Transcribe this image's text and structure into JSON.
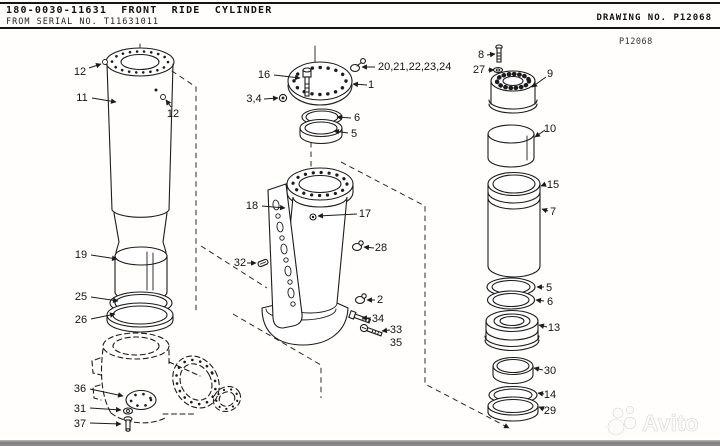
{
  "header": {
    "title": "180-0030-11631 FRONT RIDE CYLINDER",
    "serial_line": "FROM SERIAL NO. T11631011",
    "drawing_no_label": "DRAWING NO. P12068",
    "drawing_code": "P12068"
  },
  "watermark": {
    "brand": "Avito"
  },
  "colors": {
    "line": "#1c1c1c",
    "background": "#fffefd",
    "footer_bar": "#8d8d8d"
  },
  "diagram": {
    "callouts": [
      {
        "id": "bolt-12-upper-left",
        "label": "12"
      },
      {
        "id": "rod-11",
        "label": "11"
      },
      {
        "id": "bolt-12-right",
        "label": "12"
      },
      {
        "id": "sleeve-19",
        "label": "19"
      },
      {
        "id": "ring-25",
        "label": "25"
      },
      {
        "id": "ring-26",
        "label": "26"
      },
      {
        "id": "plate-36",
        "label": "36"
      },
      {
        "id": "washer-31",
        "label": "31"
      },
      {
        "id": "bolt-37",
        "label": "37"
      },
      {
        "id": "bolt-16",
        "label": "16"
      },
      {
        "id": "fitting-group",
        "label": "20,21,22,23,24"
      },
      {
        "id": "cap-1",
        "label": "1"
      },
      {
        "id": "plug-3-4",
        "label": "3,4"
      },
      {
        "id": "ring-6-mid",
        "label": "6"
      },
      {
        "id": "ring-5-mid",
        "label": "5"
      },
      {
        "id": "body-18",
        "label": "18"
      },
      {
        "id": "plug-17",
        "label": "17"
      },
      {
        "id": "fitting-28",
        "label": "28"
      },
      {
        "id": "key-32",
        "label": "32"
      },
      {
        "id": "fitting-2",
        "label": "2"
      },
      {
        "id": "bolt-34",
        "label": "34"
      },
      {
        "id": "screw-33",
        "label": "33"
      },
      {
        "id": "screw-35",
        "label": "35"
      },
      {
        "id": "bolt-8",
        "label": "8"
      },
      {
        "id": "washer-27",
        "label": "27"
      },
      {
        "id": "piston-9",
        "label": "9"
      },
      {
        "id": "sleeve-10",
        "label": "10"
      },
      {
        "id": "ring-15",
        "label": "15"
      },
      {
        "id": "tube-7",
        "label": "7"
      },
      {
        "id": "ring-5-right",
        "label": "5"
      },
      {
        "id": "ring-6-right",
        "label": "6"
      },
      {
        "id": "gland-13",
        "label": "13"
      },
      {
        "id": "ring-30",
        "label": "30"
      },
      {
        "id": "ring-14",
        "label": "14"
      },
      {
        "id": "ring-29",
        "label": "29"
      }
    ]
  }
}
